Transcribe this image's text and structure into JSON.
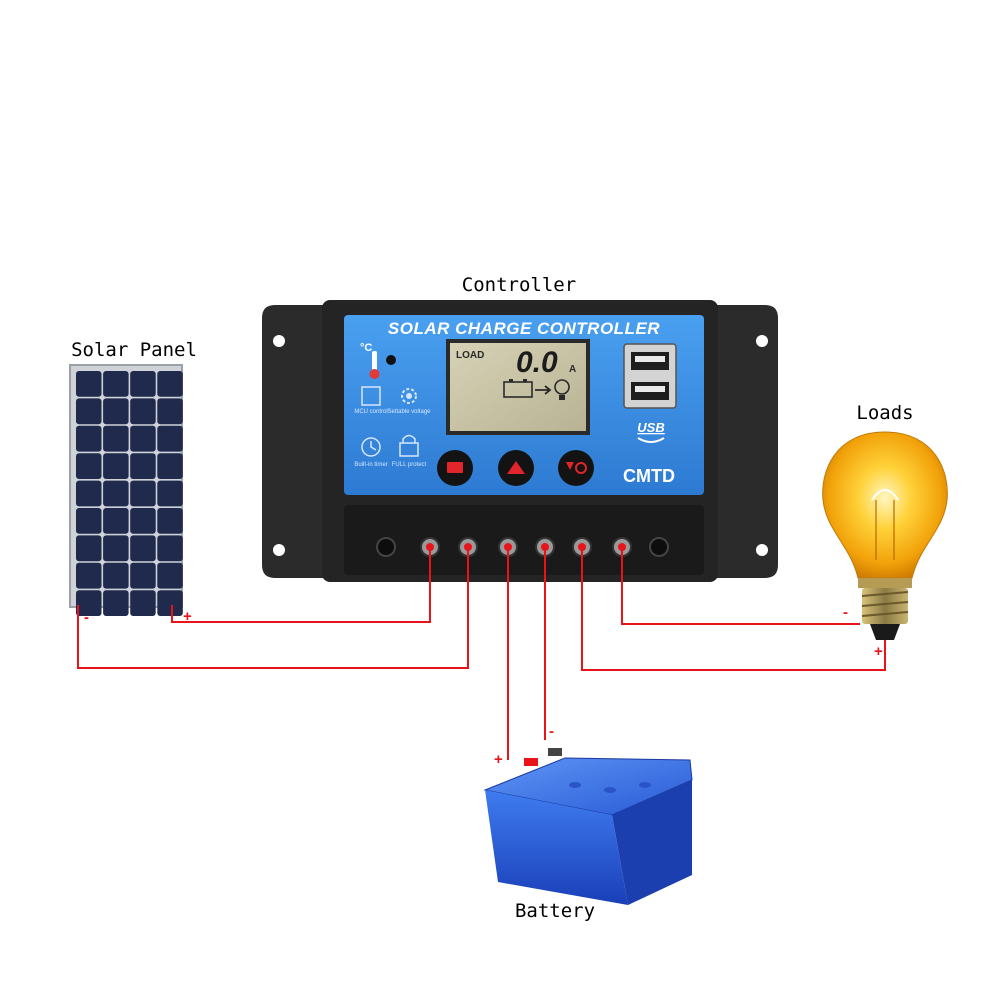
{
  "labels": {
    "controller": "Controller",
    "solar_panel": "Solar Panel",
    "loads": "Loads",
    "battery": "Battery"
  },
  "controller": {
    "title": "SOLAR CHARGE CONTROLLER",
    "brand": "CMTD",
    "temp_unit": "°C",
    "lcd_load_label": "LOAD",
    "lcd_reading": "0.0",
    "lcd_unit": "A",
    "usb_label": "USB",
    "features": [
      "MCU control",
      "Settable voltage",
      "Built-in timer",
      "FULL protect"
    ]
  },
  "polarity": {
    "panel_negative": "-",
    "panel_positive": "+",
    "battery_positive": "+",
    "battery_negative": "-",
    "load_negative": "-",
    "load_positive": "+"
  },
  "colors": {
    "wire": "#e8141a",
    "controller_face": "#3a8fe0",
    "battery_blue": "#1e55d8"
  }
}
